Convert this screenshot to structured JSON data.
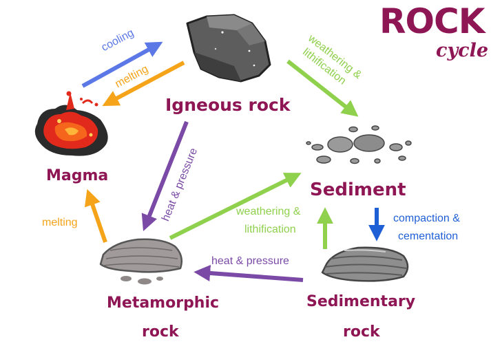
{
  "title": {
    "main": "ROCK",
    "sub": "cycle"
  },
  "nodes": {
    "igneous": "Igneous rock",
    "magma": "Magma",
    "sediment": "Sediment",
    "metamorphic_line1": "Metamorphic",
    "metamorphic_line2": "rock",
    "sedimentary_line1": "Sedimentary",
    "sedimentary_line2": "rock"
  },
  "edges": {
    "cooling": "cooling",
    "melting_top": "melting",
    "weathering_top_line1": "weathering &",
    "weathering_top_line2": "lithification",
    "heat_pressure_diag": "heat & pressure",
    "melting_left": "melting",
    "weathering_mid_line1": "weathering &",
    "weathering_mid_line2": "lithification",
    "compaction_line1": "compaction &",
    "compaction_line2": "cementation",
    "heat_pressure_bottom": "heat & pressure"
  },
  "colors": {
    "title": "#8e1654",
    "node_label": "#8e1654",
    "cooling": "#5b78e6",
    "melting": "#f5a41a",
    "weathering": "#8fd04c",
    "heat_pressure": "#7a4aa6",
    "compaction": "#1f5fd6"
  }
}
